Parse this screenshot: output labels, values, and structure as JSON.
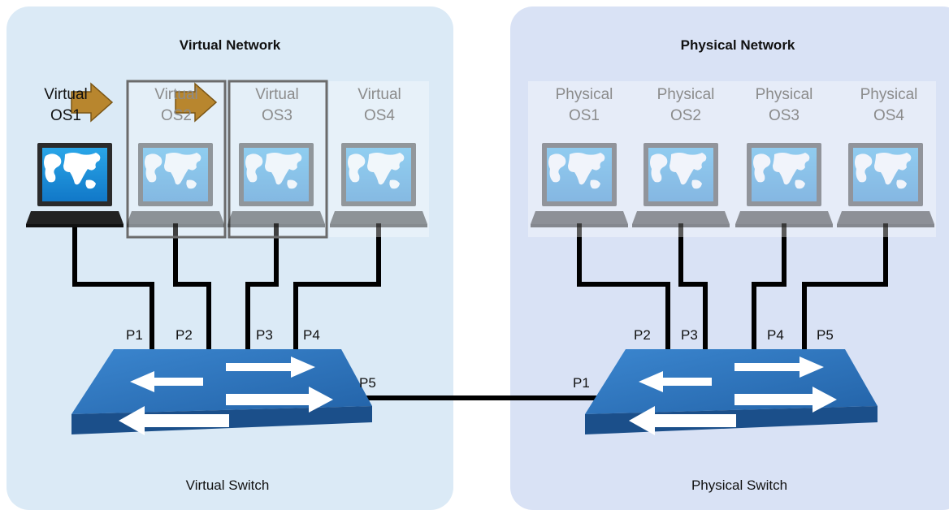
{
  "virtual": {
    "title": "Virtual Network",
    "machines": [
      {
        "line1": "Virtual",
        "line2": "OS1"
      },
      {
        "line1": "Virtual",
        "line2": "OS2"
      },
      {
        "line1": "Virtual",
        "line2": "OS3"
      },
      {
        "line1": "Virtual",
        "line2": "OS4"
      }
    ],
    "ports": [
      "P1",
      "P2",
      "P3",
      "P4",
      "P5"
    ],
    "switch_label": "Virtual Switch"
  },
  "physical": {
    "title": "Physical Network",
    "machines": [
      {
        "line1": "Physical",
        "line2": "OS1"
      },
      {
        "line1": "Physical",
        "line2": "OS2"
      },
      {
        "line1": "Physical",
        "line2": "OS3"
      },
      {
        "line1": "Physical",
        "line2": "OS4"
      }
    ],
    "ports": [
      "P1",
      "P2",
      "P3",
      "P4",
      "P5"
    ],
    "switch_label": "Physical Switch"
  },
  "colors": {
    "virtual_bg": "#dbeaf6",
    "physical_bg": "#d9e2f5",
    "switch_blue": "#2f6fb8",
    "arrow_gold": "#b8862e",
    "cable": "#000000"
  }
}
